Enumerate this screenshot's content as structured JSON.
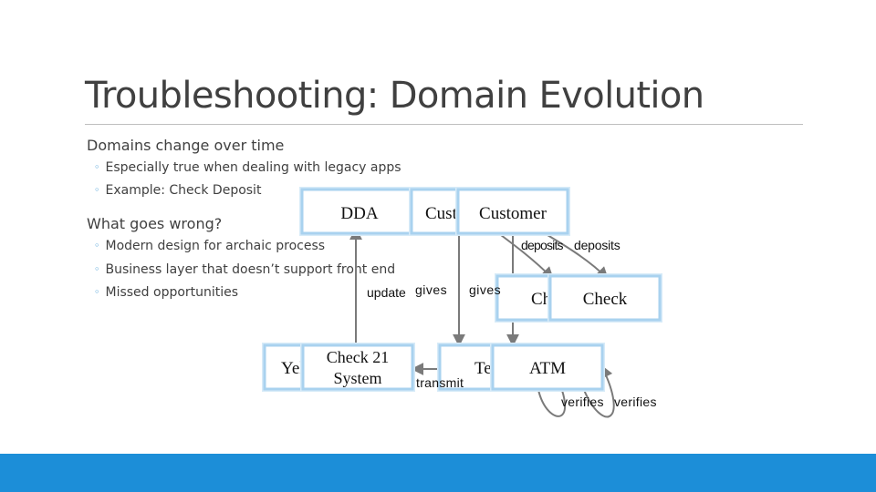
{
  "slide": {
    "title": "Troubleshooting: Domain Evolution",
    "sections": [
      {
        "heading": "Domains change over time",
        "bullets": [
          "Especially true when dealing with legacy apps",
          "Example: Check Deposit"
        ]
      },
      {
        "heading": "What goes wrong?",
        "bullets": [
          "Modern design for archaic process",
          "Business layer that doesn’t support front end",
          "Missed opportunities"
        ]
      }
    ]
  },
  "diagram": {
    "nodes": {
      "dda": "DDA",
      "cust": "Cust",
      "customer": "Customer",
      "ch": "Ch",
      "check": "Check",
      "yel": "Yel",
      "check21_line1": "Check 21",
      "check21_line2": "System",
      "te": "Te",
      "atm": "ATM"
    },
    "edge_labels": {
      "deposits1": "deposits",
      "deposits2": "deposits",
      "update": "update",
      "gives1": "gives",
      "gives2": "gives",
      "transmit": "transmit",
      "verifies1": "verifies",
      "verifies2": "verifies"
    }
  },
  "colors": {
    "accent": "#1c8ed8",
    "node_border": "#a9d2ef",
    "arrow": "#7a7a7a"
  }
}
